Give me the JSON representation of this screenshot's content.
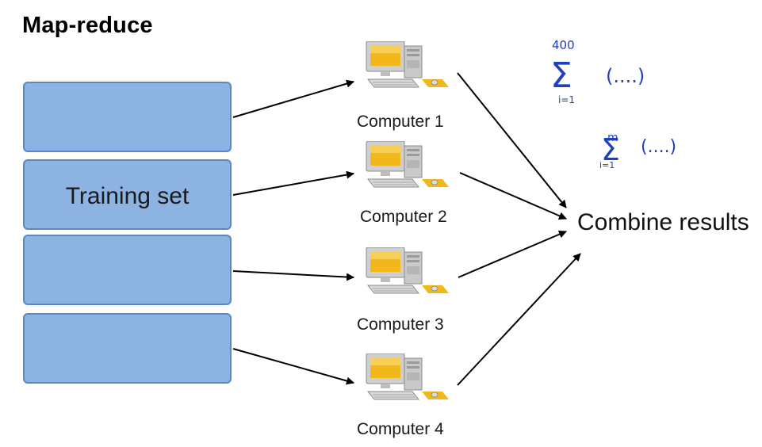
{
  "title": "Map-reduce",
  "training_blocks": [
    {
      "label": ""
    },
    {
      "label": "Training set"
    },
    {
      "label": ""
    },
    {
      "label": ""
    }
  ],
  "computers": [
    {
      "label": "Computer 1"
    },
    {
      "label": "Computer 2"
    },
    {
      "label": "Computer 3"
    },
    {
      "label": "Computer 4"
    }
  ],
  "combine_label": "Combine results",
  "annotations": {
    "sum1_upper": "400",
    "sum1_lower": "i=1",
    "sum1_body": "(....)",
    "sum2_upper": "m",
    "sum2_lower": "i=1",
    "sum2_body": "(....)"
  },
  "colors": {
    "block_fill": "#8db3e2",
    "block_border": "#5b87c5",
    "ink": "#1f3fbf",
    "arrow": "#000000"
  },
  "icons": {
    "computer": "desktop-computer-icon"
  }
}
